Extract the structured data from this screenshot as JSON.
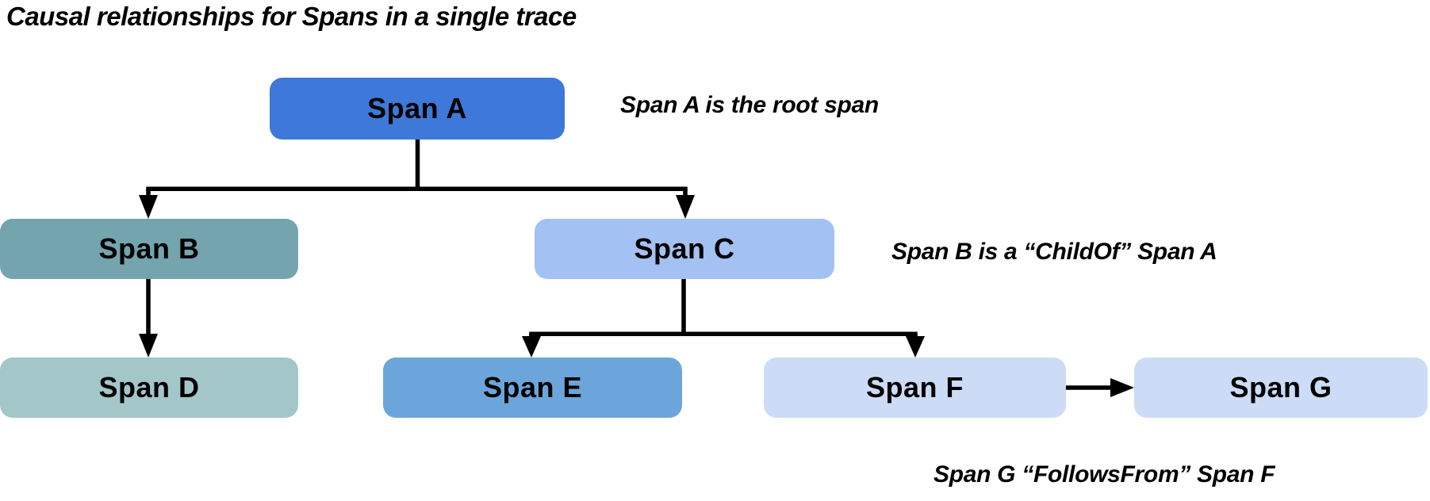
{
  "title": "Causal relationships for Spans in a single trace",
  "colors": {
    "span_a_fill": "#3E78D9",
    "span_b_fill": "#74A4AE",
    "span_c_fill": "#A3C1F2",
    "span_d_fill": "#A3C6C9",
    "span_e_fill": "#6BA5DC",
    "span_f_fill": "#CCDBF6",
    "span_g_fill": "#CCDBF6",
    "connector": "#000000",
    "text": "#000000",
    "background": "#FFFFFF"
  },
  "nodes": {
    "a": {
      "label": "Span A"
    },
    "b": {
      "label": "Span B"
    },
    "c": {
      "label": "Span C"
    },
    "d": {
      "label": "Span D"
    },
    "e": {
      "label": "Span E"
    },
    "f": {
      "label": "Span F"
    },
    "g": {
      "label": "Span G"
    }
  },
  "annotations": {
    "root": "Span A is the root span",
    "childof": "Span B is a “ChildOf” Span A",
    "followsfrom": "Span G “FollowsFrom” Span F"
  },
  "edges": [
    {
      "from": "Span A",
      "to": "Span B"
    },
    {
      "from": "Span A",
      "to": "Span C"
    },
    {
      "from": "Span B",
      "to": "Span D"
    },
    {
      "from": "Span C",
      "to": "Span E"
    },
    {
      "from": "Span C",
      "to": "Span F"
    },
    {
      "from": "Span F",
      "to": "Span G"
    }
  ]
}
